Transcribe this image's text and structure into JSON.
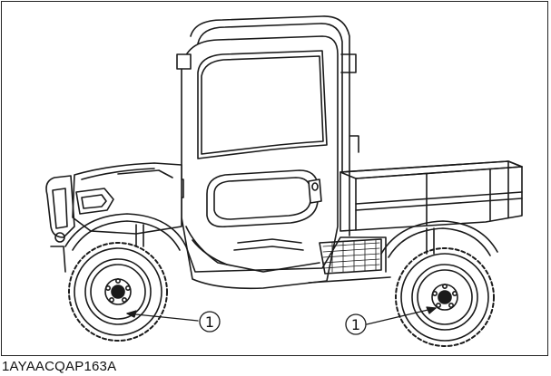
{
  "figure": {
    "callouts": [
      {
        "label": "1",
        "target": "front-wheel-hub"
      },
      {
        "label": "1",
        "target": "rear-wheel-hub"
      }
    ],
    "code": "1AYAACQAP163A"
  }
}
